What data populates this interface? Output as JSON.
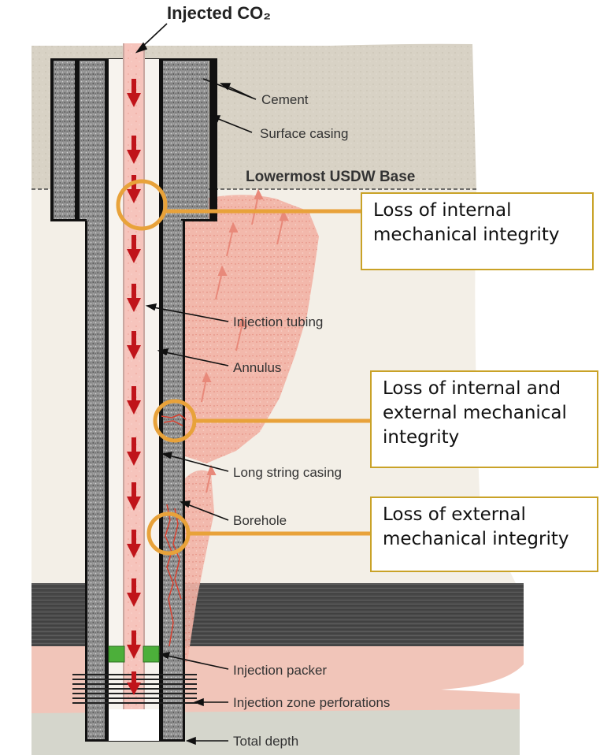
{
  "title": "Injected CO₂",
  "strata_label": "Lowermost USDW Base",
  "labels": {
    "cement": "Cement",
    "surface_casing": "Surface casing",
    "injection_tubing": "Injection tubing",
    "annulus": "Annulus",
    "long_string_casing": "Long string casing",
    "borehole": "Borehole",
    "injection_packer": "Injection packer",
    "injection_zone_perforations": "Injection zone perforations",
    "total_depth": "Total depth"
  },
  "callouts": {
    "internal": [
      "Loss of internal",
      "mechanical integrity"
    ],
    "internal_external": [
      "Loss of internal and",
      "external mechanical",
      "integrity"
    ],
    "external": [
      "Loss of external",
      "mechanical integrity"
    ]
  },
  "colors": {
    "callout_border": "#c9a227",
    "circle_outline": "#e8a23a",
    "co2_fill": "#f4b6ad",
    "arrow": "#c0141a",
    "packer": "#4caf3a"
  }
}
